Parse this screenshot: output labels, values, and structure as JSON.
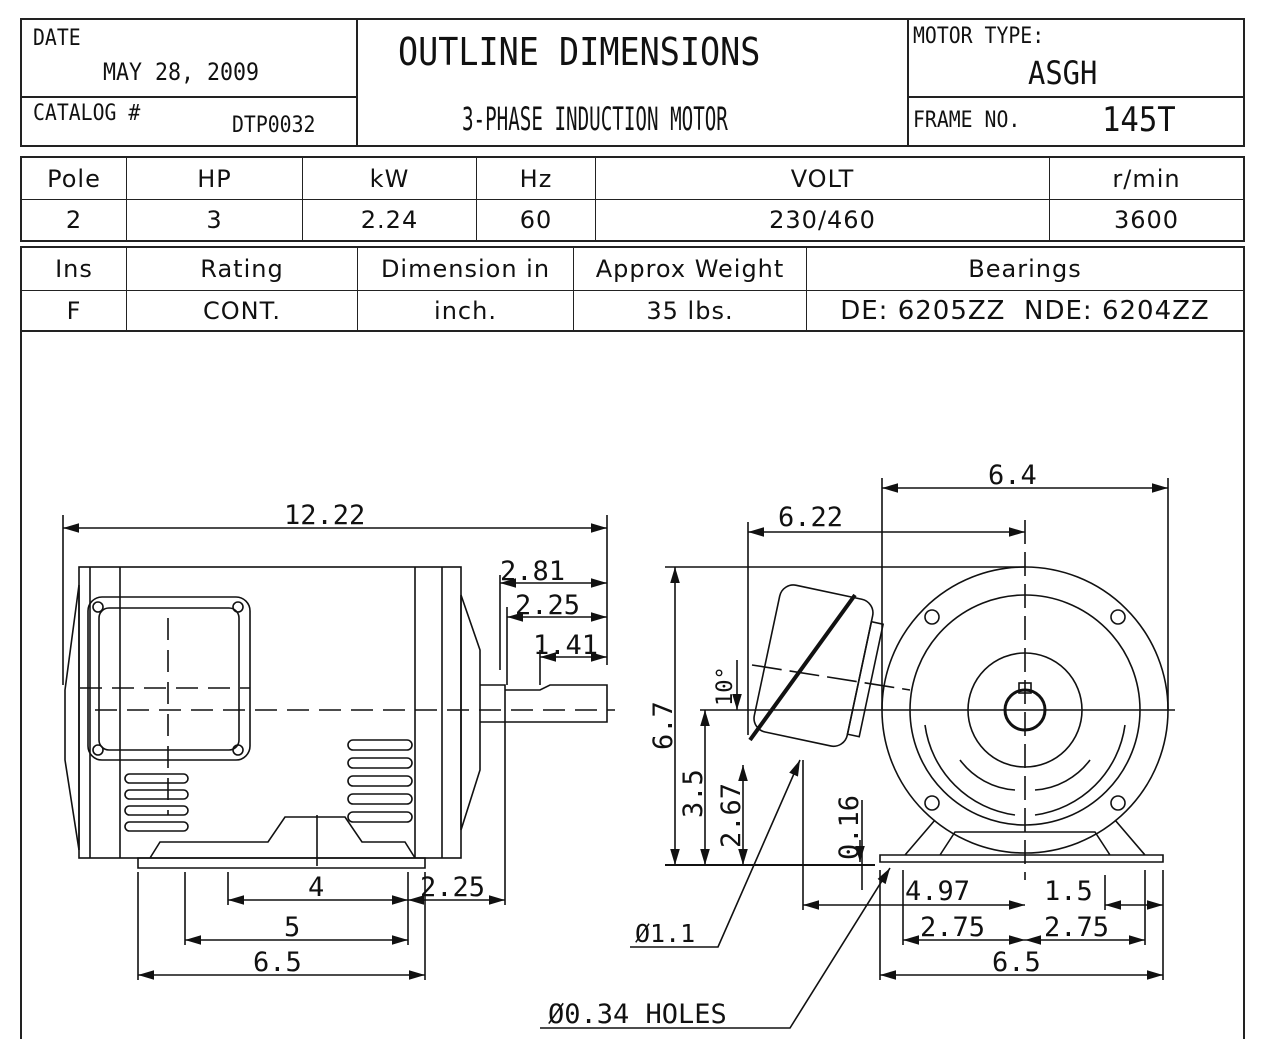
{
  "header": {
    "date_label": "DATE",
    "date_value": "MAY 28, 2009",
    "catalog_label": "CATALOG #",
    "catalog_value": "DTP0032",
    "title": "OUTLINE DIMENSIONS",
    "subtitle": "3-PHASE INDUCTION MOTOR",
    "motor_type_label": "MOTOR TYPE:",
    "motor_type_value": "ASGH",
    "frame_label": "FRAME NO.",
    "frame_value": "145T"
  },
  "specs1": {
    "headers": [
      "Pole",
      "HP",
      "kW",
      "Hz",
      "VOLT",
      "r/min"
    ],
    "values": [
      "2",
      "3",
      "2.24",
      "60",
      "230/460",
      "3600"
    ]
  },
  "specs2": {
    "headers": [
      "Ins",
      "Rating",
      "Dimension in",
      "Approx Weight",
      "Bearings"
    ],
    "values": [
      "F",
      "CONT.",
      "inch.",
      "35 lbs.",
      "DE: 6205ZZ  NDE: 6204ZZ"
    ]
  },
  "side_view": {
    "overall_length": "12.22",
    "shaft_ext": "2.81",
    "shaft_length": "2.25",
    "keyway_length": "1.41",
    "foot_hole_spacing": "4",
    "foot_to_shoulder": "2.25",
    "foot_spacing": "5",
    "base_length": "6.5"
  },
  "end_view": {
    "overall_width": "6.4",
    "box_offset": "6.22",
    "overall_height": "6.7",
    "tilt_angle": "10°",
    "shaft_height": "3.5",
    "conduit_height": "2.67",
    "foot_thickness": "0.16",
    "conduit_offset": "4.97",
    "foot_edge": "1.5",
    "half_spacing_left": "2.75",
    "half_spacing_right": "2.75",
    "base_width": "6.5",
    "conduit_hole": "Ø1.1",
    "mount_holes": "Ø0.34 HOLES"
  }
}
